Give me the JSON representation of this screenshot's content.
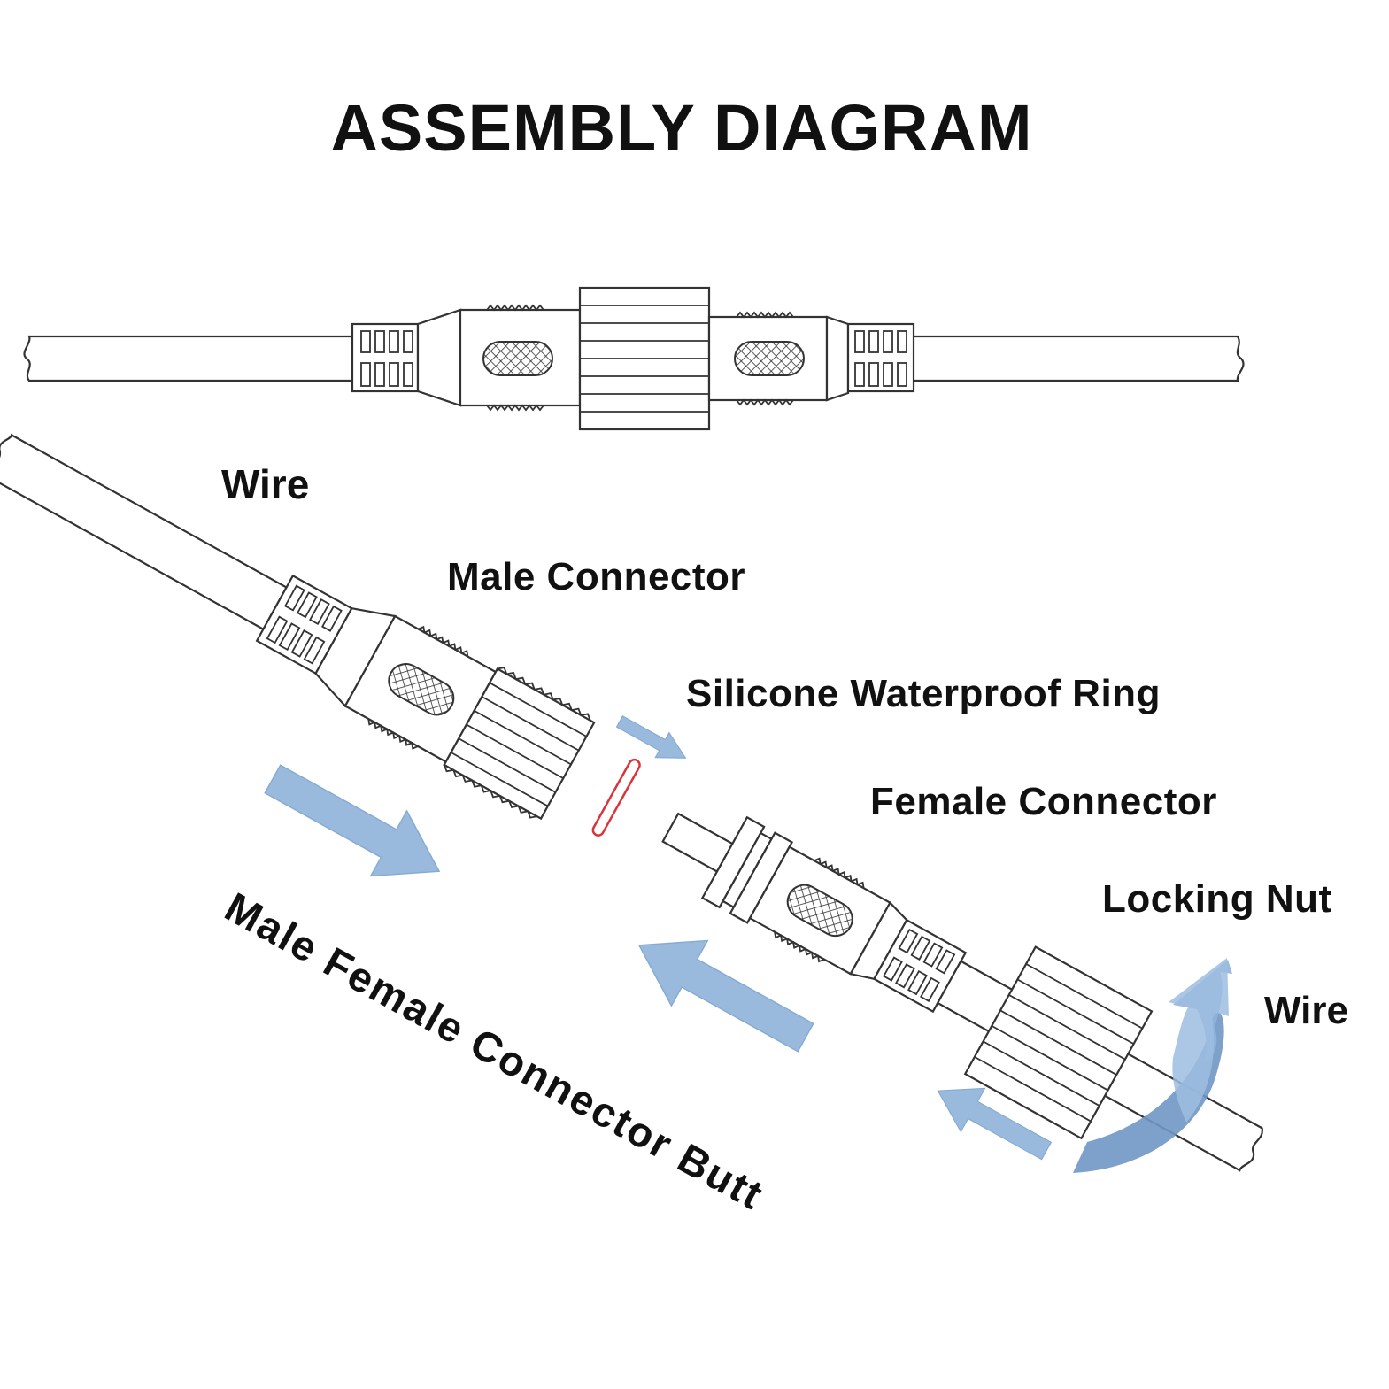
{
  "title": "ASSEMBLY DIAGRAM",
  "labels": {
    "wire_left": "Wire",
    "male_connector": "Male Connector",
    "waterproof_ring": "Silicone Waterproof Ring",
    "female_connector": "Female Connector",
    "locking_nut": "Locking Nut",
    "wire_right": "Wire",
    "butt": "Male Female Connector Butt"
  },
  "colors": {
    "line": "#333333",
    "arrow": "#8fb3da",
    "arrow_dark": "#6f97c4",
    "ring": "#d9343a",
    "text": "#111111"
  }
}
